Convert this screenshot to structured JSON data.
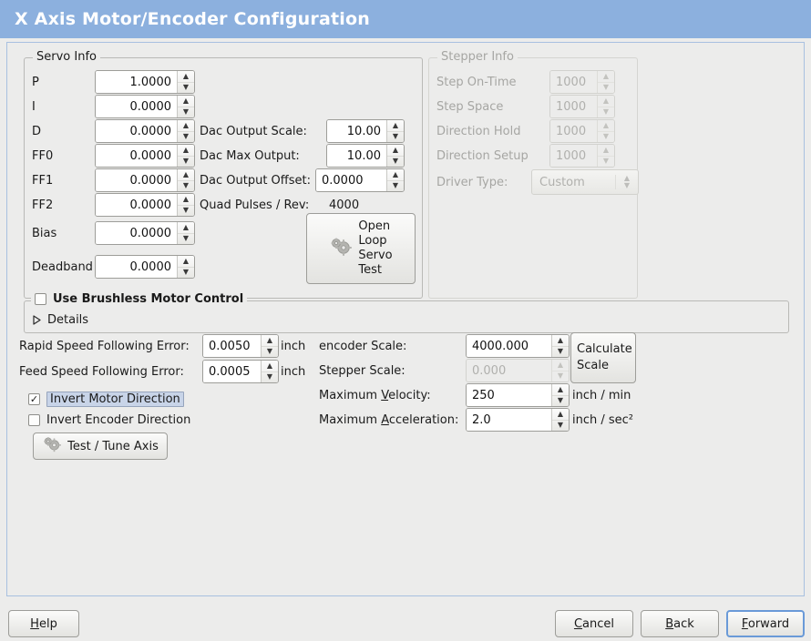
{
  "window": {
    "title": "X Axis Motor/Encoder Configuration",
    "title_bg": "#8cb0de",
    "title_fg": "#ffffff",
    "bg": "#ececeb",
    "focus_color": "#6a9ad8"
  },
  "servo_info": {
    "legend": "Servo Info",
    "pid_rows": [
      {
        "label": "P",
        "value": "1.0000"
      },
      {
        "label": "I",
        "value": "0.0000"
      },
      {
        "label": "D",
        "value": "0.0000"
      },
      {
        "label": "FF0",
        "value": "0.0000"
      },
      {
        "label": "FF1",
        "value": "0.0000"
      },
      {
        "label": "FF2",
        "value": "0.0000"
      },
      {
        "label": "Bias",
        "value": "0.0000"
      },
      {
        "label": "Deadband",
        "value": "0.0000"
      }
    ],
    "dac_rows": [
      {
        "label": "Dac Output Scale:",
        "value": "10.00"
      },
      {
        "label": "Dac Max Output:",
        "value": "10.00"
      },
      {
        "label": "Dac Output Offset:",
        "value": "0.0000"
      }
    ],
    "quad": {
      "label": "Quad Pulses / Rev:",
      "value": "4000"
    },
    "open_loop_button": {
      "icon": "gears-icon",
      "line1": "Open",
      "line2": "Loop",
      "line3": "Servo",
      "line4": "Test"
    }
  },
  "stepper_info": {
    "legend": "Stepper Info",
    "disabled": true,
    "rows": [
      {
        "label": "Step On-Time",
        "value": "1000"
      },
      {
        "label": "Step Space",
        "value": "1000"
      },
      {
        "label": "Direction Hold",
        "value": "1000"
      },
      {
        "label": "Direction Setup",
        "value": "1000"
      }
    ],
    "driver_type": {
      "label": "Driver Type:",
      "value": "Custom"
    }
  },
  "brushless": {
    "checkbox_label": "Use Brushless Motor Control",
    "checked": false,
    "details_label": "Details",
    "details_expanded": false
  },
  "errors": {
    "rapid": {
      "label": "Rapid Speed Following Error:",
      "value": "0.0050",
      "unit": "inch"
    },
    "feed": {
      "label": "Feed Speed Following Error:",
      "value": "0.0005",
      "unit": "inch"
    }
  },
  "invert": {
    "motor": {
      "label": "Invert Motor Direction",
      "checked": true,
      "focused": true
    },
    "encoder": {
      "label": "Invert Encoder Direction",
      "checked": false,
      "focused": false
    }
  },
  "test_tune_button": {
    "icon": "gears-icon",
    "label": "Test / Tune Axis"
  },
  "scales": {
    "encoder": {
      "label": "encoder Scale:",
      "value": "4000.000",
      "disabled": false
    },
    "stepper": {
      "label": "Stepper Scale:",
      "value": "0.000",
      "disabled": true
    },
    "calculate_button": {
      "line1": "Calculate",
      "line2": "Scale"
    },
    "max_velocity": {
      "label_pre": "Maximum ",
      "label_mnemonic": "V",
      "label_post": "elocity:",
      "value": "250",
      "unit": "inch / min"
    },
    "max_acceleration": {
      "label_pre": "Maximum ",
      "label_mnemonic": "A",
      "label_post": "cceleration:",
      "value": "2.0",
      "unit": "inch / sec²"
    }
  },
  "footer": {
    "help": {
      "mnemonic": "H",
      "rest": "elp"
    },
    "cancel": {
      "mnemonic": "C",
      "rest": "ancel"
    },
    "back": {
      "mnemonic": "B",
      "rest": "ack"
    },
    "forward": {
      "mnemonic": "F",
      "rest": "orward",
      "focused": true
    }
  }
}
